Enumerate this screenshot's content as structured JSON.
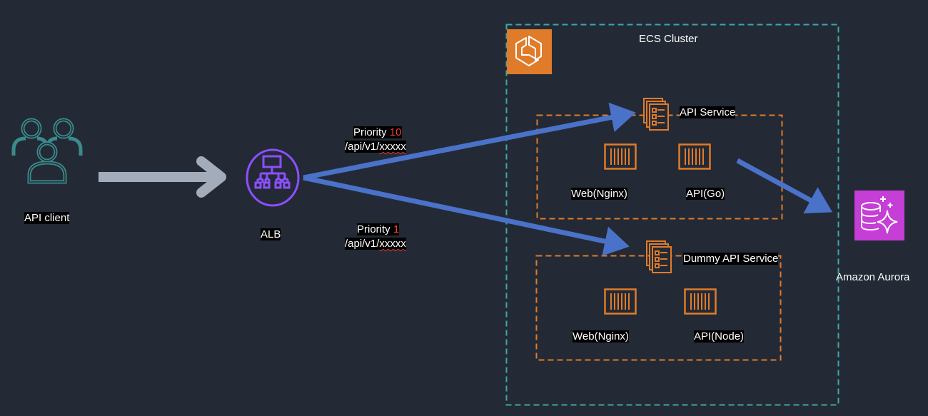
{
  "colors": {
    "background": "#232a35",
    "cluster_border": "#3fa7a6",
    "service_border": "#e07b2a",
    "ecs_orange": "#e07b2a",
    "alb_purple": "#8c4fff",
    "aurora_magenta": "#c53ed6",
    "client_teal": "#3a8c8c",
    "flow_arrow_blue": "#4a72c9",
    "client_arrow_gray": "#a3acba",
    "priority_red": "#ff3b30"
  },
  "client": {
    "label": "API client",
    "icon": "users-icon"
  },
  "alb": {
    "label": "ALB",
    "icon": "load-balancer-icon"
  },
  "routes": [
    {
      "priority_label": "Priority",
      "priority_value": "10",
      "path_prefix": "/api/v1/",
      "path_suffix": "xxxxx",
      "target": "API Service"
    },
    {
      "priority_label": "Priority",
      "priority_value": "1",
      "path_prefix": "/api/v1/",
      "path_suffix": "xxxxx",
      "target": "Dummy API Service"
    }
  ],
  "cluster": {
    "label": "ECS Cluster",
    "icon": "ecs-icon",
    "services": [
      {
        "name": "API Service",
        "icon": "task-definition-icon",
        "containers": [
          {
            "label": "Web(Nginx)",
            "icon": "container-icon"
          },
          {
            "label": "API(Go)",
            "icon": "container-icon"
          }
        ]
      },
      {
        "name": "Dummy API Service",
        "icon": "task-definition-icon",
        "containers": [
          {
            "label": "Web(Nginx)",
            "icon": "container-icon"
          },
          {
            "label": "API(Node)",
            "icon": "container-icon"
          }
        ]
      }
    ]
  },
  "database": {
    "label": "Amazon Aurora",
    "icon": "aurora-icon"
  }
}
